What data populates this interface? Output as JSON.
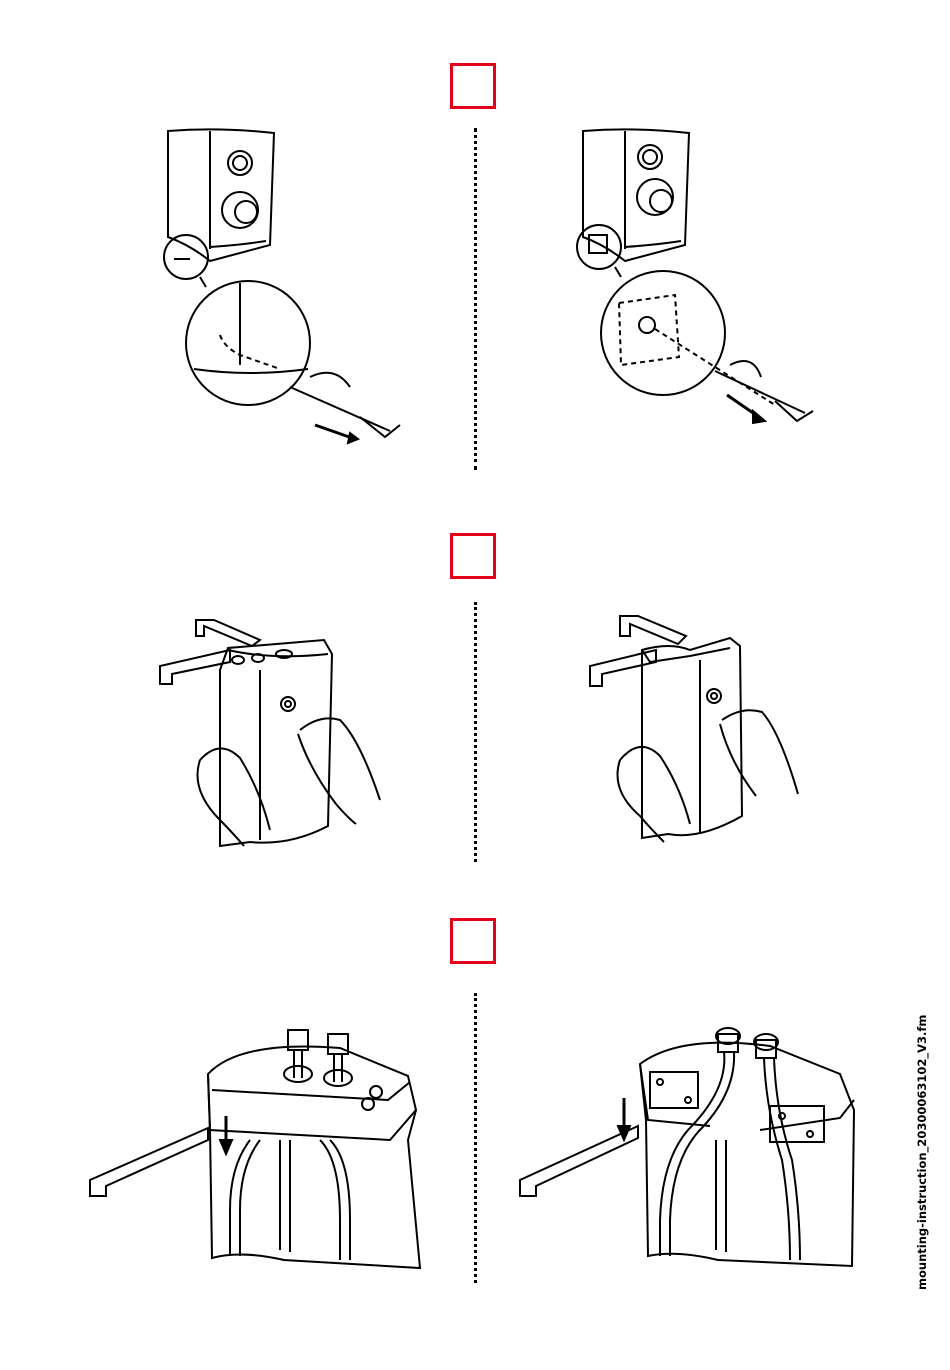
{
  "steps": [
    {
      "id": 1,
      "marker": "red-square"
    },
    {
      "id": 2,
      "marker": "red-square"
    },
    {
      "id": 3,
      "marker": "red-square"
    }
  ],
  "colors": {
    "step_marker": "#e2001a",
    "line": "#000000"
  },
  "footer": {
    "filename": "mounting-instruction_20300063102_V3.fm"
  }
}
